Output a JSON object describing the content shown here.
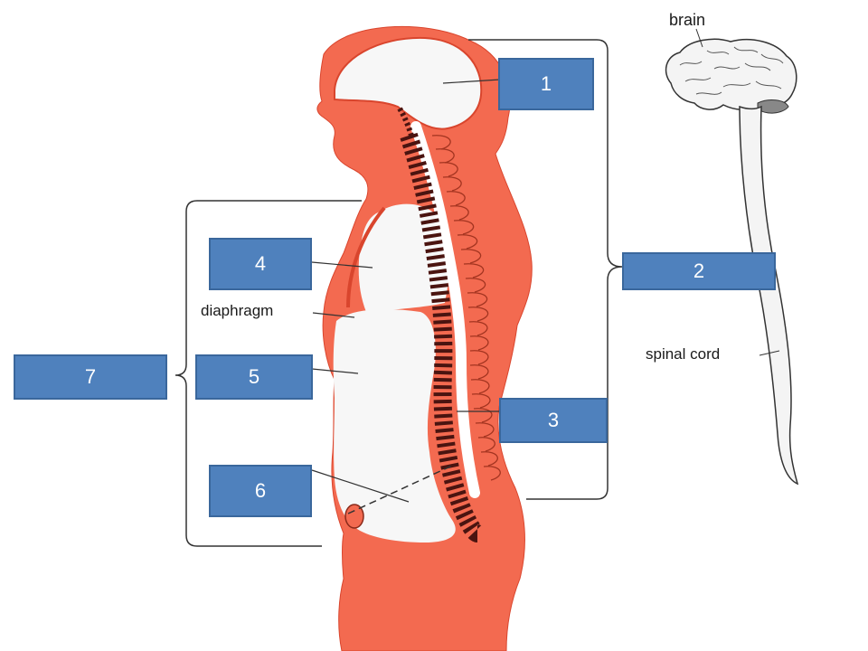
{
  "colors": {
    "body": "#f36a50",
    "outline": "#d9452d",
    "cavity": "#f7f7f7",
    "vertebra": "#4a1410",
    "box_fill": "#4f81bd",
    "box_border": "#3a679c"
  },
  "captions": {
    "brain": "brain",
    "spinal_cord": "spinal cord",
    "diaphragm": "diaphragm"
  },
  "labels": [
    "1",
    "2",
    "3",
    "4",
    "5",
    "6",
    "7"
  ]
}
